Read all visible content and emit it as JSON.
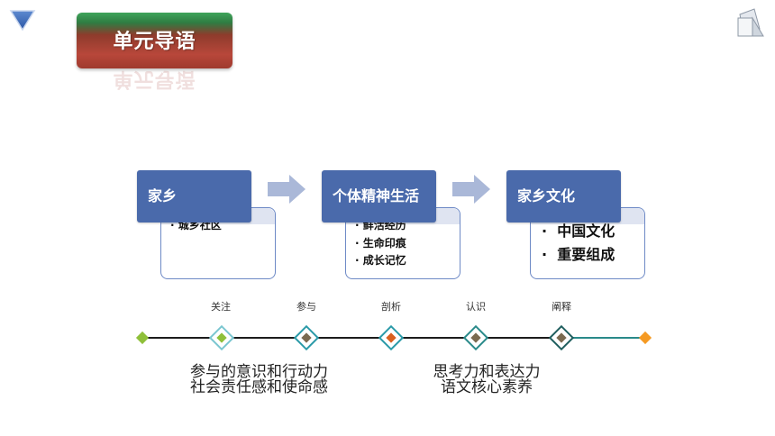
{
  "title": "单元导语",
  "title_reflection": "单元导语",
  "flow": [
    {
      "heading": "家乡",
      "items": [
        "城乡社区"
      ]
    },
    {
      "heading": "个体精神生活",
      "items": [
        "鲜活经历",
        "生命印痕",
        "成长记忆"
      ]
    },
    {
      "heading": "家乡文化",
      "items": [
        "中国文化",
        "重要组成"
      ]
    }
  ],
  "timeline": {
    "labels": [
      "关注",
      "参与",
      "剖析",
      "认识",
      "阐释"
    ],
    "marker_colors": [
      "#8fc03a",
      "#8fc03a",
      "#7a6a50",
      "#d9601f",
      "#7a6a50",
      "#7a6a50",
      "#f59a23"
    ]
  },
  "bottom_left": [
    "参与的意识和行动力",
    "社会责任感和使命感"
  ],
  "bottom_right": [
    "思考力和表达力",
    "语文核心素养"
  ],
  "colors": {
    "header_blue": "#4a6aab",
    "arrow": "#aab8d8",
    "timeline_teal": "#2a8a8a"
  }
}
